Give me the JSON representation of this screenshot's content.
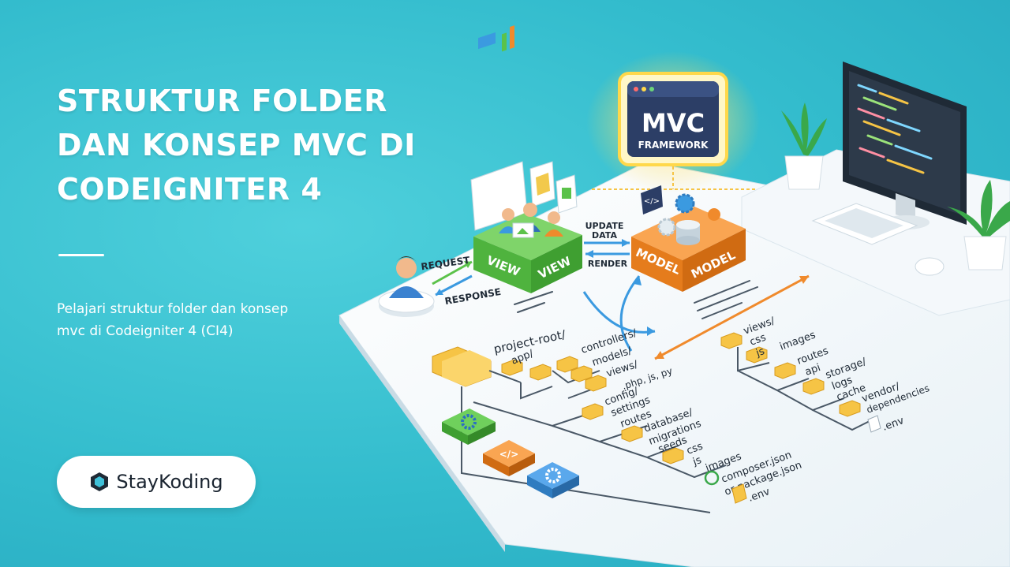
{
  "hero": {
    "title_lines": [
      "STRUKTUR FOLDER",
      "DAN KONSEP MVC DI",
      "CODEIGNITER 4"
    ],
    "subtitle_lines": [
      "Pelajari struktur folder dan konsep",
      "mvc di Codeigniter 4 (CI4)"
    ]
  },
  "brand": {
    "name": "StayKoding",
    "logo_icon": "hexagon-logo-icon"
  },
  "diagram": {
    "mvc_badge": {
      "line1": "MVC",
      "line2": "FRAMEWORK"
    },
    "view_block": {
      "label_left": "VIEW",
      "label_right": "VIEW"
    },
    "model_block": {
      "label_left": "MODEL",
      "label_right": "MODEL"
    },
    "arrow_labels": {
      "request": "REQUEST",
      "response": "RESPONSE",
      "update": "UPDATE",
      "data": "DATA",
      "render": "RENDER"
    },
    "left_tree": {
      "root": "project-root/",
      "items": [
        "app/",
        "controllers/",
        "models/",
        "views/",
        ".php, js, py",
        "config/",
        "settings",
        "routes",
        "database/",
        "migrations",
        "seeds",
        "css",
        "js",
        "images",
        "composer.json",
        "or package.json",
        ".env"
      ]
    },
    "right_tree": {
      "items": [
        "views/",
        "css",
        "js",
        "images",
        "routes",
        "api",
        "storage/",
        "logs",
        "cache",
        "vendor/",
        "dependencies",
        ".env"
      ]
    },
    "colors": {
      "view_green": "#5bc24a",
      "model_orange": "#f08a2c",
      "badge_navy": "#2c3e66",
      "glow_yellow": "#ffd84a",
      "folder_yellow": "#f6c445",
      "arrow_blue": "#3b9ae0",
      "arrow_orange": "#f08a2c"
    }
  }
}
